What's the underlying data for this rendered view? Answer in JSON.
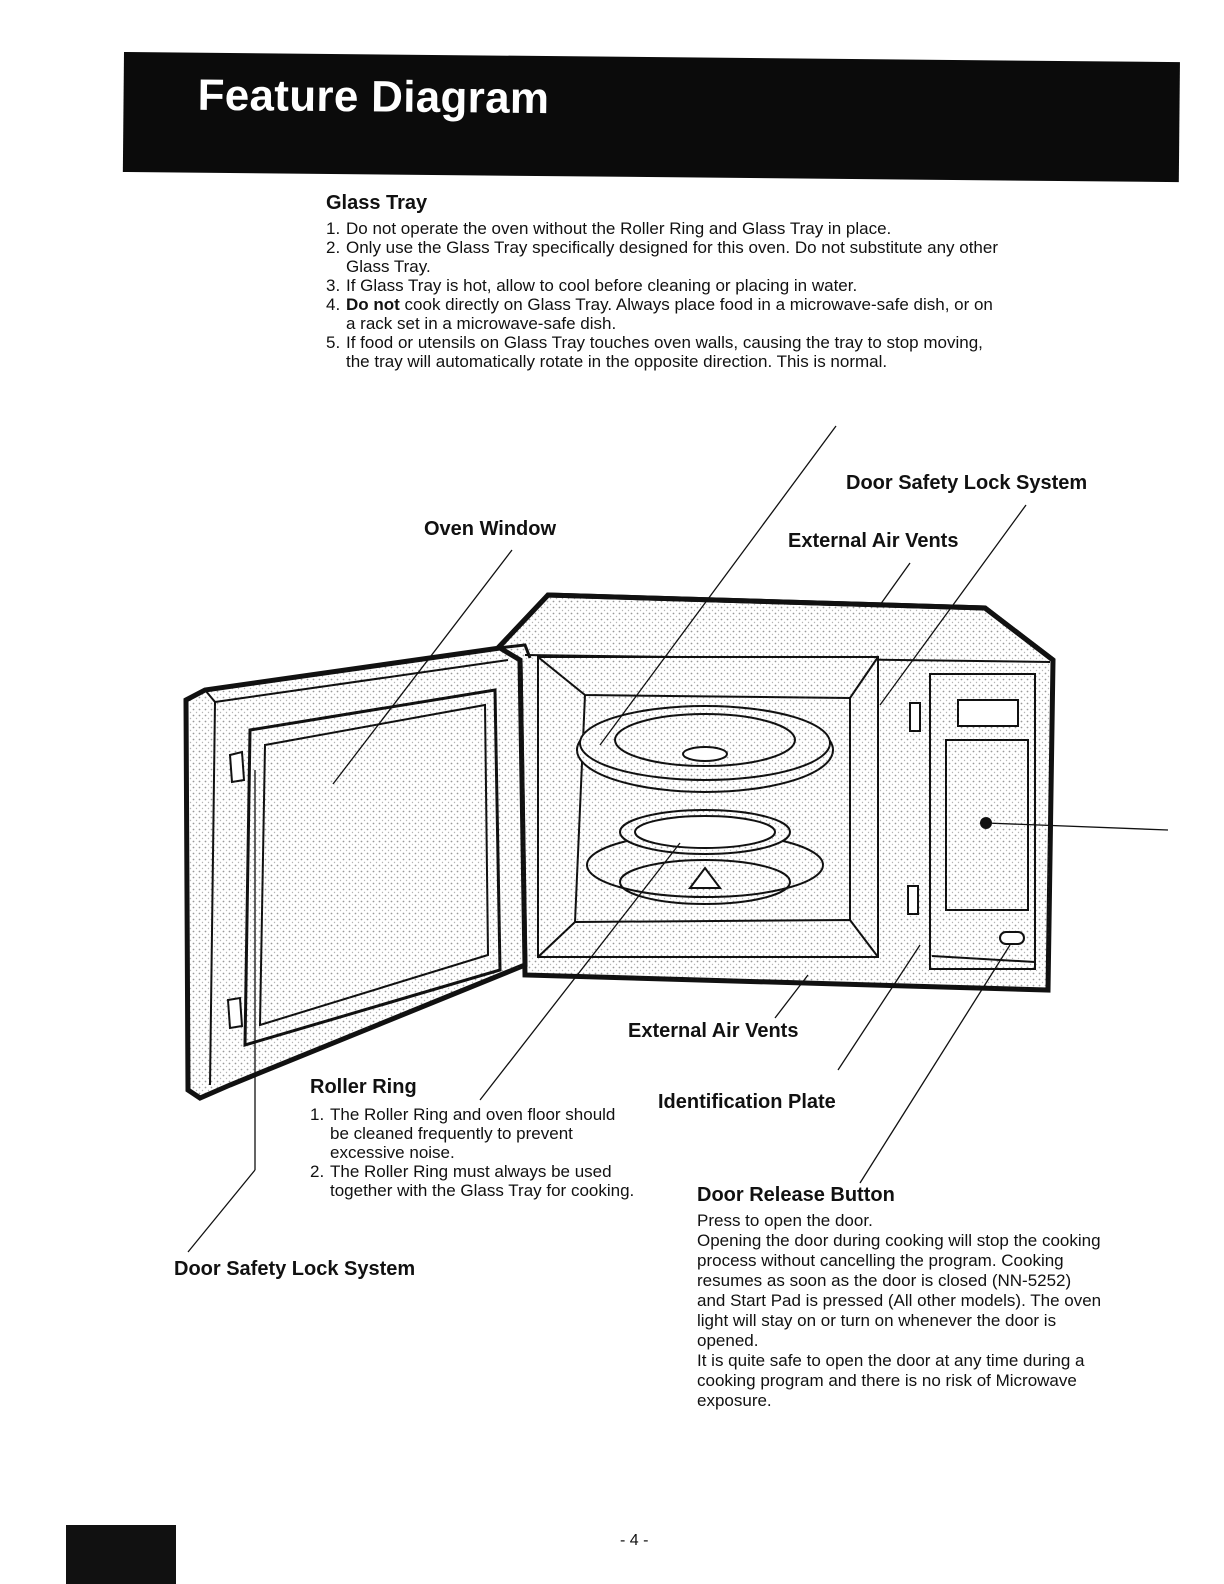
{
  "header": {
    "title": "Feature Diagram"
  },
  "glass_tray": {
    "heading": "Glass Tray",
    "items": [
      {
        "num": "1.",
        "text": "Do not operate the oven without the Roller Ring and Glass Tray in place."
      },
      {
        "num": "2.",
        "text": "Only use the Glass Tray specifically designed for this oven. Do not substitute any other Glass Tray."
      },
      {
        "num": "3.",
        "text": "If Glass Tray is hot, allow to cool before cleaning or placing in water."
      },
      {
        "num": "4.",
        "bold": "Do not",
        "text": " cook directly on Glass Tray. Always place food in a microwave-safe dish, or on a rack set in a microwave-safe dish."
      },
      {
        "num": "5.",
        "text": "If food or utensils on Glass Tray touches oven walls, causing the tray to stop moving, the tray will automatically rotate in the opposite direction. This is normal."
      }
    ]
  },
  "labels": {
    "door_safety_lock_top": "Door Safety Lock System",
    "oven_window": "Oven Window",
    "external_air_vents_top": "External Air Vents",
    "external_air_vents_bottom": "External Air Vents",
    "identification_plate": "Identification Plate",
    "door_safety_lock_bottom": "Door Safety Lock System"
  },
  "roller_ring": {
    "heading": "Roller Ring",
    "items": [
      {
        "num": "1.",
        "text": "The Roller Ring and oven floor should be cleaned frequently to prevent excessive noise."
      },
      {
        "num": "2.",
        "text": "The Roller Ring must always be used together with the Glass Tray for cooking."
      }
    ]
  },
  "door_release": {
    "heading": "Door Release Button",
    "paragraphs": [
      "Press to open the door.",
      "Opening the door during cooking will stop the cooking process without cancelling the program. Cooking resumes as soon as the door is closed (NN-5252) and Start Pad is pressed (All other models). The oven light will stay on or turn on whenever the door is opened.",
      "It is quite safe to open the door at any time during a cooking program and there is no risk of Microwave exposure."
    ]
  },
  "footer": {
    "page_number": "- 4 -"
  }
}
